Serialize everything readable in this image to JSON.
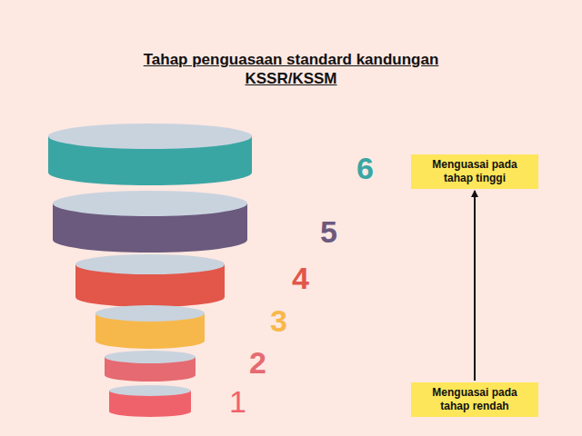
{
  "diagram": {
    "title": "Tahap penguasaan standard kandungan KSSR/KSSM",
    "nodes": [
      {
        "text": [
          "Menguasai pada tahap tinggi"
        ]
      },
      {
        "text": [
          "Menguasai pada tahap rendah"
        ]
      }
    ],
    "edges": [
      {
        "from": 1,
        "to": 0,
        "arrow": "to"
      }
    ],
    "labels": [
      "6",
      "5",
      "4",
      "3",
      "2",
      "1"
    ]
  }
}
